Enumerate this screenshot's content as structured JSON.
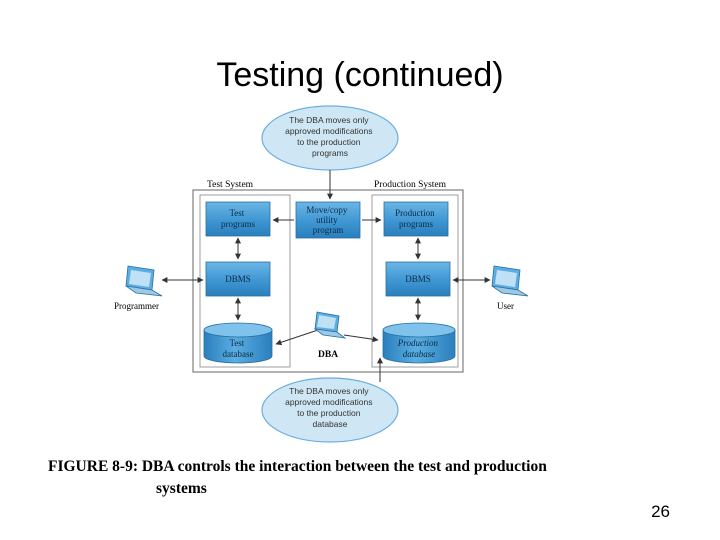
{
  "slide": {
    "title": "Testing (continued)",
    "page_number": "26"
  },
  "diagram": {
    "top_note": [
      "The DBA moves only",
      "approved modifications",
      "to the production",
      "programs"
    ],
    "bottom_note": [
      "The DBA moves only",
      "approved modifications",
      "to the production",
      "database"
    ],
    "test_system_label": "Test System",
    "production_system_label": "Production System",
    "test_programs": [
      "Test",
      "programs"
    ],
    "move_copy": [
      "Move/copy",
      "utility",
      "program"
    ],
    "production_programs": [
      "Production",
      "programs"
    ],
    "dbms_left": "DBMS",
    "dbms_right": "DBMS",
    "test_database": [
      "Test",
      "database"
    ],
    "production_database": [
      "Production",
      "database"
    ],
    "programmer_label": "Programmer",
    "user_label": "User",
    "dba_label": "DBA"
  },
  "caption": {
    "line1": "FIGURE 8-9: DBA controls the interaction between the test and production",
    "line2": "systems"
  },
  "colors": {
    "box_fill": "#3e96d2",
    "ellipse_fill": "#cfe7f5",
    "ellipse_stroke": "#6aaee0",
    "arrow": "#333333",
    "frame": "#666666"
  }
}
